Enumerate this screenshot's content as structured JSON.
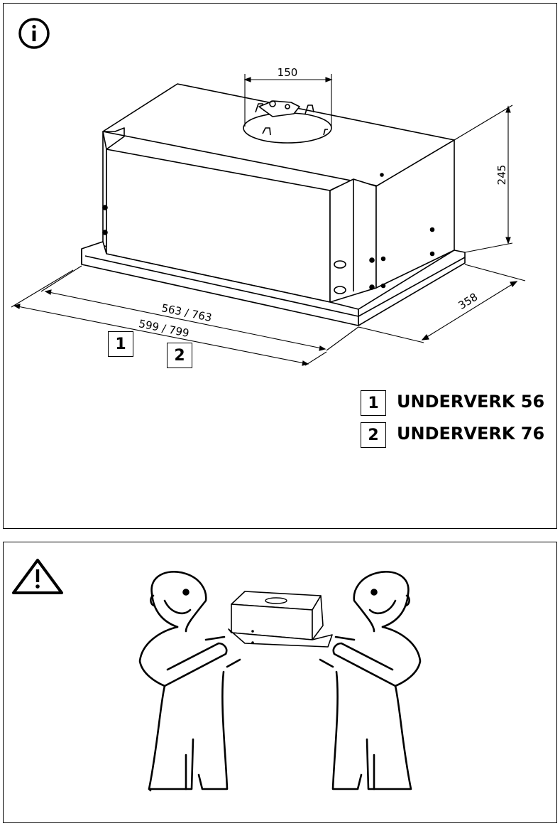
{
  "info_panel": {
    "icon": "info-icon",
    "dimensions": {
      "duct_diameter": "150",
      "height": "245",
      "depth": "358",
      "inner_width": "563 / 763",
      "outer_width": "599 / 799"
    },
    "variant_markers": [
      "1",
      "2"
    ],
    "legend": [
      {
        "number": "1",
        "name": "UNDERVERK 56"
      },
      {
        "number": "2",
        "name": "UNDERVERK 76"
      }
    ]
  },
  "warning_panel": {
    "icon": "warning-triangle-icon",
    "illustration": "two-people-carrying-hood"
  }
}
